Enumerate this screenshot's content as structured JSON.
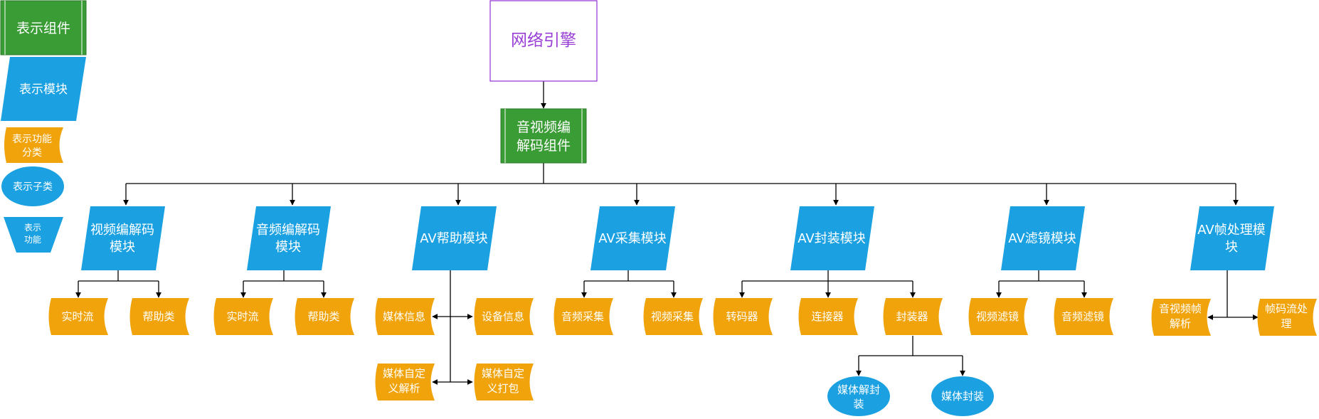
{
  "legend": {
    "component": "表示组件",
    "module": "表示模块",
    "category": [
      "表示功能",
      "分类"
    ],
    "subclass": "表示子类",
    "function": [
      "表示",
      "功能"
    ]
  },
  "root": "网络引擎",
  "main": [
    "音视频编",
    "解码组件"
  ],
  "modules": {
    "video_codec": [
      "视频编解码",
      "模块"
    ],
    "audio_codec": [
      "音频编解码",
      "模块"
    ],
    "av_helper": "AV帮助模块",
    "av_capture": "AV采集模块",
    "av_container": "AV封装模块",
    "av_filter": "AV滤镜模块",
    "av_frame": [
      "AV帧处理模",
      "块"
    ]
  },
  "categories": {
    "video_realtime": "实时流",
    "video_helper": "帮助类",
    "audio_realtime": "实时流",
    "audio_helper": "帮助类",
    "media_info": "媒体信息",
    "device_info": "设备信息",
    "custom_parse": [
      "媒体自定",
      "义解析"
    ],
    "custom_pack": [
      "媒体自定",
      "义打包"
    ],
    "audio_capture": "音频采集",
    "video_capture": "视频采集",
    "transcoder": "转码器",
    "connector": "连接器",
    "packager": "封装器",
    "video_filter": "视频滤镜",
    "audio_filter": "音频滤镜",
    "frame_parse": [
      "音视频帧",
      "解析"
    ],
    "stream_process": [
      "帧码流处",
      "理"
    ]
  },
  "subclasses": {
    "demux": [
      "媒体解封",
      "装"
    ],
    "mux": "媒体封装"
  },
  "colors": {
    "green": "#3a9c35",
    "blue": "#1ba1e2",
    "orange": "#f0a30a",
    "purple": "#9a3fd6",
    "line": "#000000"
  }
}
